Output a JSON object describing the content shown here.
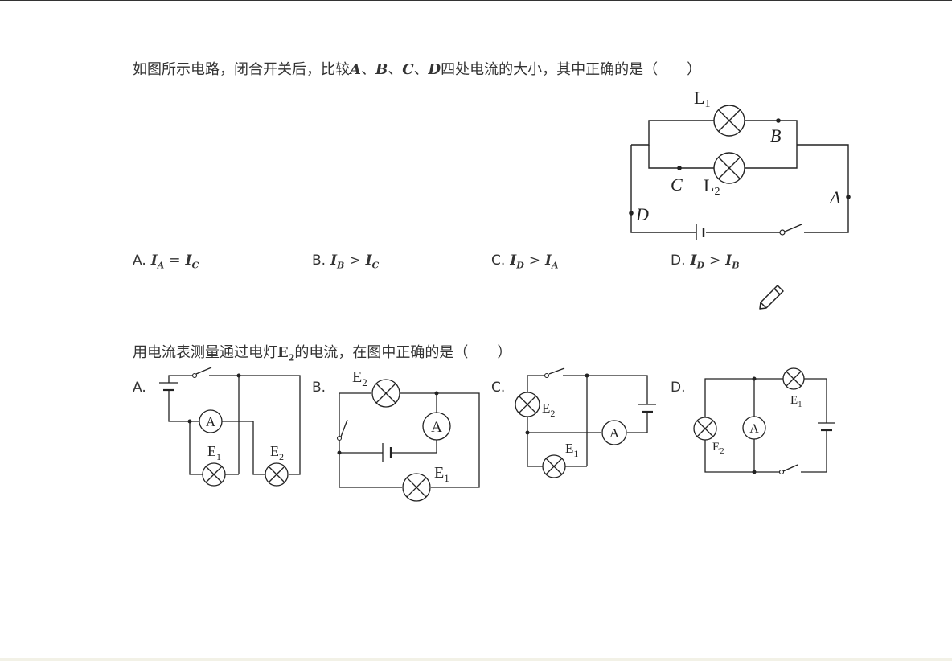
{
  "q1": {
    "stem_prefix": "如图所示电路，闭合开关后，比较",
    "stem_var_a": "A",
    "stem_sep1": "、",
    "stem_var_b": "B",
    "stem_sep2": "、",
    "stem_var_c": "C",
    "stem_sep3": "、",
    "stem_var_d": "D",
    "stem_suffix": "四处电流的大小，其中正确的是（　　）",
    "figure_labels": {
      "l1": "L",
      "l1_sub": "1",
      "l2": "L",
      "l2_sub": "2",
      "a": "A",
      "b": "B",
      "c": "C",
      "d": "D"
    },
    "options": [
      {
        "letter": "A.",
        "lhs": "I",
        "lhs_sub": "A",
        "op": "=",
        "rhs": "I",
        "rhs_sub": "C"
      },
      {
        "letter": "B.",
        "lhs": "I",
        "lhs_sub": "B",
        "op": ">",
        "rhs": "I",
        "rhs_sub": "C"
      },
      {
        "letter": "C.",
        "lhs": "I",
        "lhs_sub": "D",
        "op": ">",
        "rhs": "I",
        "rhs_sub": "A"
      },
      {
        "letter": "D.",
        "lhs": "I",
        "lhs_sub": "D",
        "op": ">",
        "rhs": "I",
        "rhs_sub": "B"
      }
    ]
  },
  "q2": {
    "stem_prefix": "用电流表测量通过电灯",
    "stem_var": "E",
    "stem_var_sub": "2",
    "stem_suffix": "的电流，在图中正确的是（　　）",
    "options": [
      {
        "letter": "A."
      },
      {
        "letter": "B."
      },
      {
        "letter": "C."
      },
      {
        "letter": "D."
      }
    ],
    "figure_labels": {
      "e": "E",
      "e1_sub": "1",
      "e2_sub": "2",
      "ammeter": "A"
    }
  },
  "icons": {
    "edit": "pencil-icon"
  }
}
